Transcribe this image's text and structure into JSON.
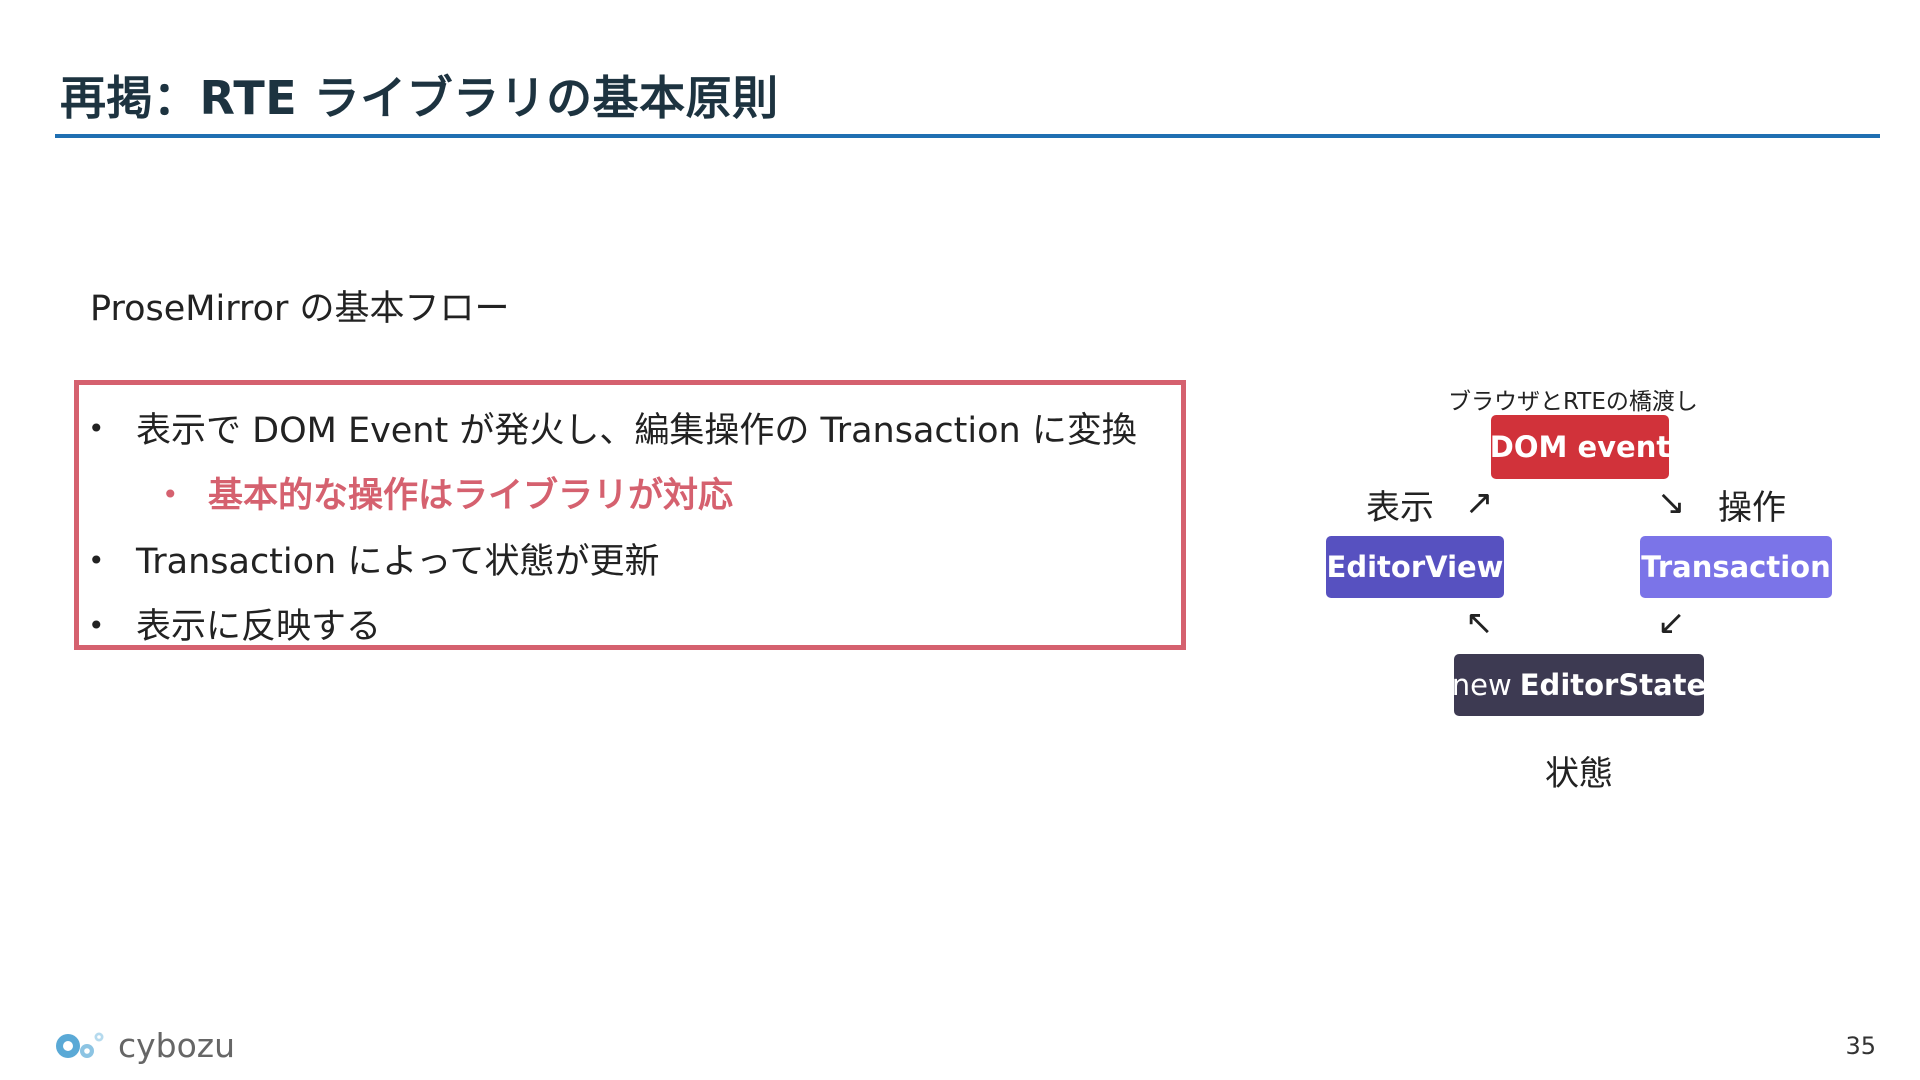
{
  "slide": {
    "title": "再掲：RTE ライブラリの基本原則",
    "subheading": "ProseMirror の基本フロー",
    "page_number": "35"
  },
  "bullets": [
    {
      "text": "表示で DOM Event が発火し、編集操作の Transaction に変換",
      "level": 1
    },
    {
      "text": "基本的な操作はライブラリが対応",
      "level": 2
    },
    {
      "text": "Transaction によって状態が更新",
      "level": 1
    },
    {
      "text": "表示に反映する",
      "level": 1
    }
  ],
  "diagram": {
    "caption_top": "ブラウザとRTEの橋渡し",
    "nodes": {
      "dom_event": "DOM event",
      "editor_view": "EditorView",
      "transaction": "Transaction",
      "state_prefix": "new",
      "state_name": "EditorState"
    },
    "labels": {
      "left": "表示",
      "right": "操作",
      "bottom": "状態"
    },
    "arrows": {
      "view_to_dom": "↗",
      "dom_to_tx": "↘",
      "tx_to_state": "↙",
      "state_to_view": "↖"
    }
  },
  "logo": {
    "wordmark": "cybozu",
    "icon": "cybozu-circles-logo"
  },
  "colors": {
    "title_rule": "#1f6fb2",
    "highlight": "#d5616f",
    "dom_event": "#d1323a",
    "editor_view": "#5751c0",
    "transaction": "#7b74e8",
    "editor_state": "#3d3a52"
  }
}
